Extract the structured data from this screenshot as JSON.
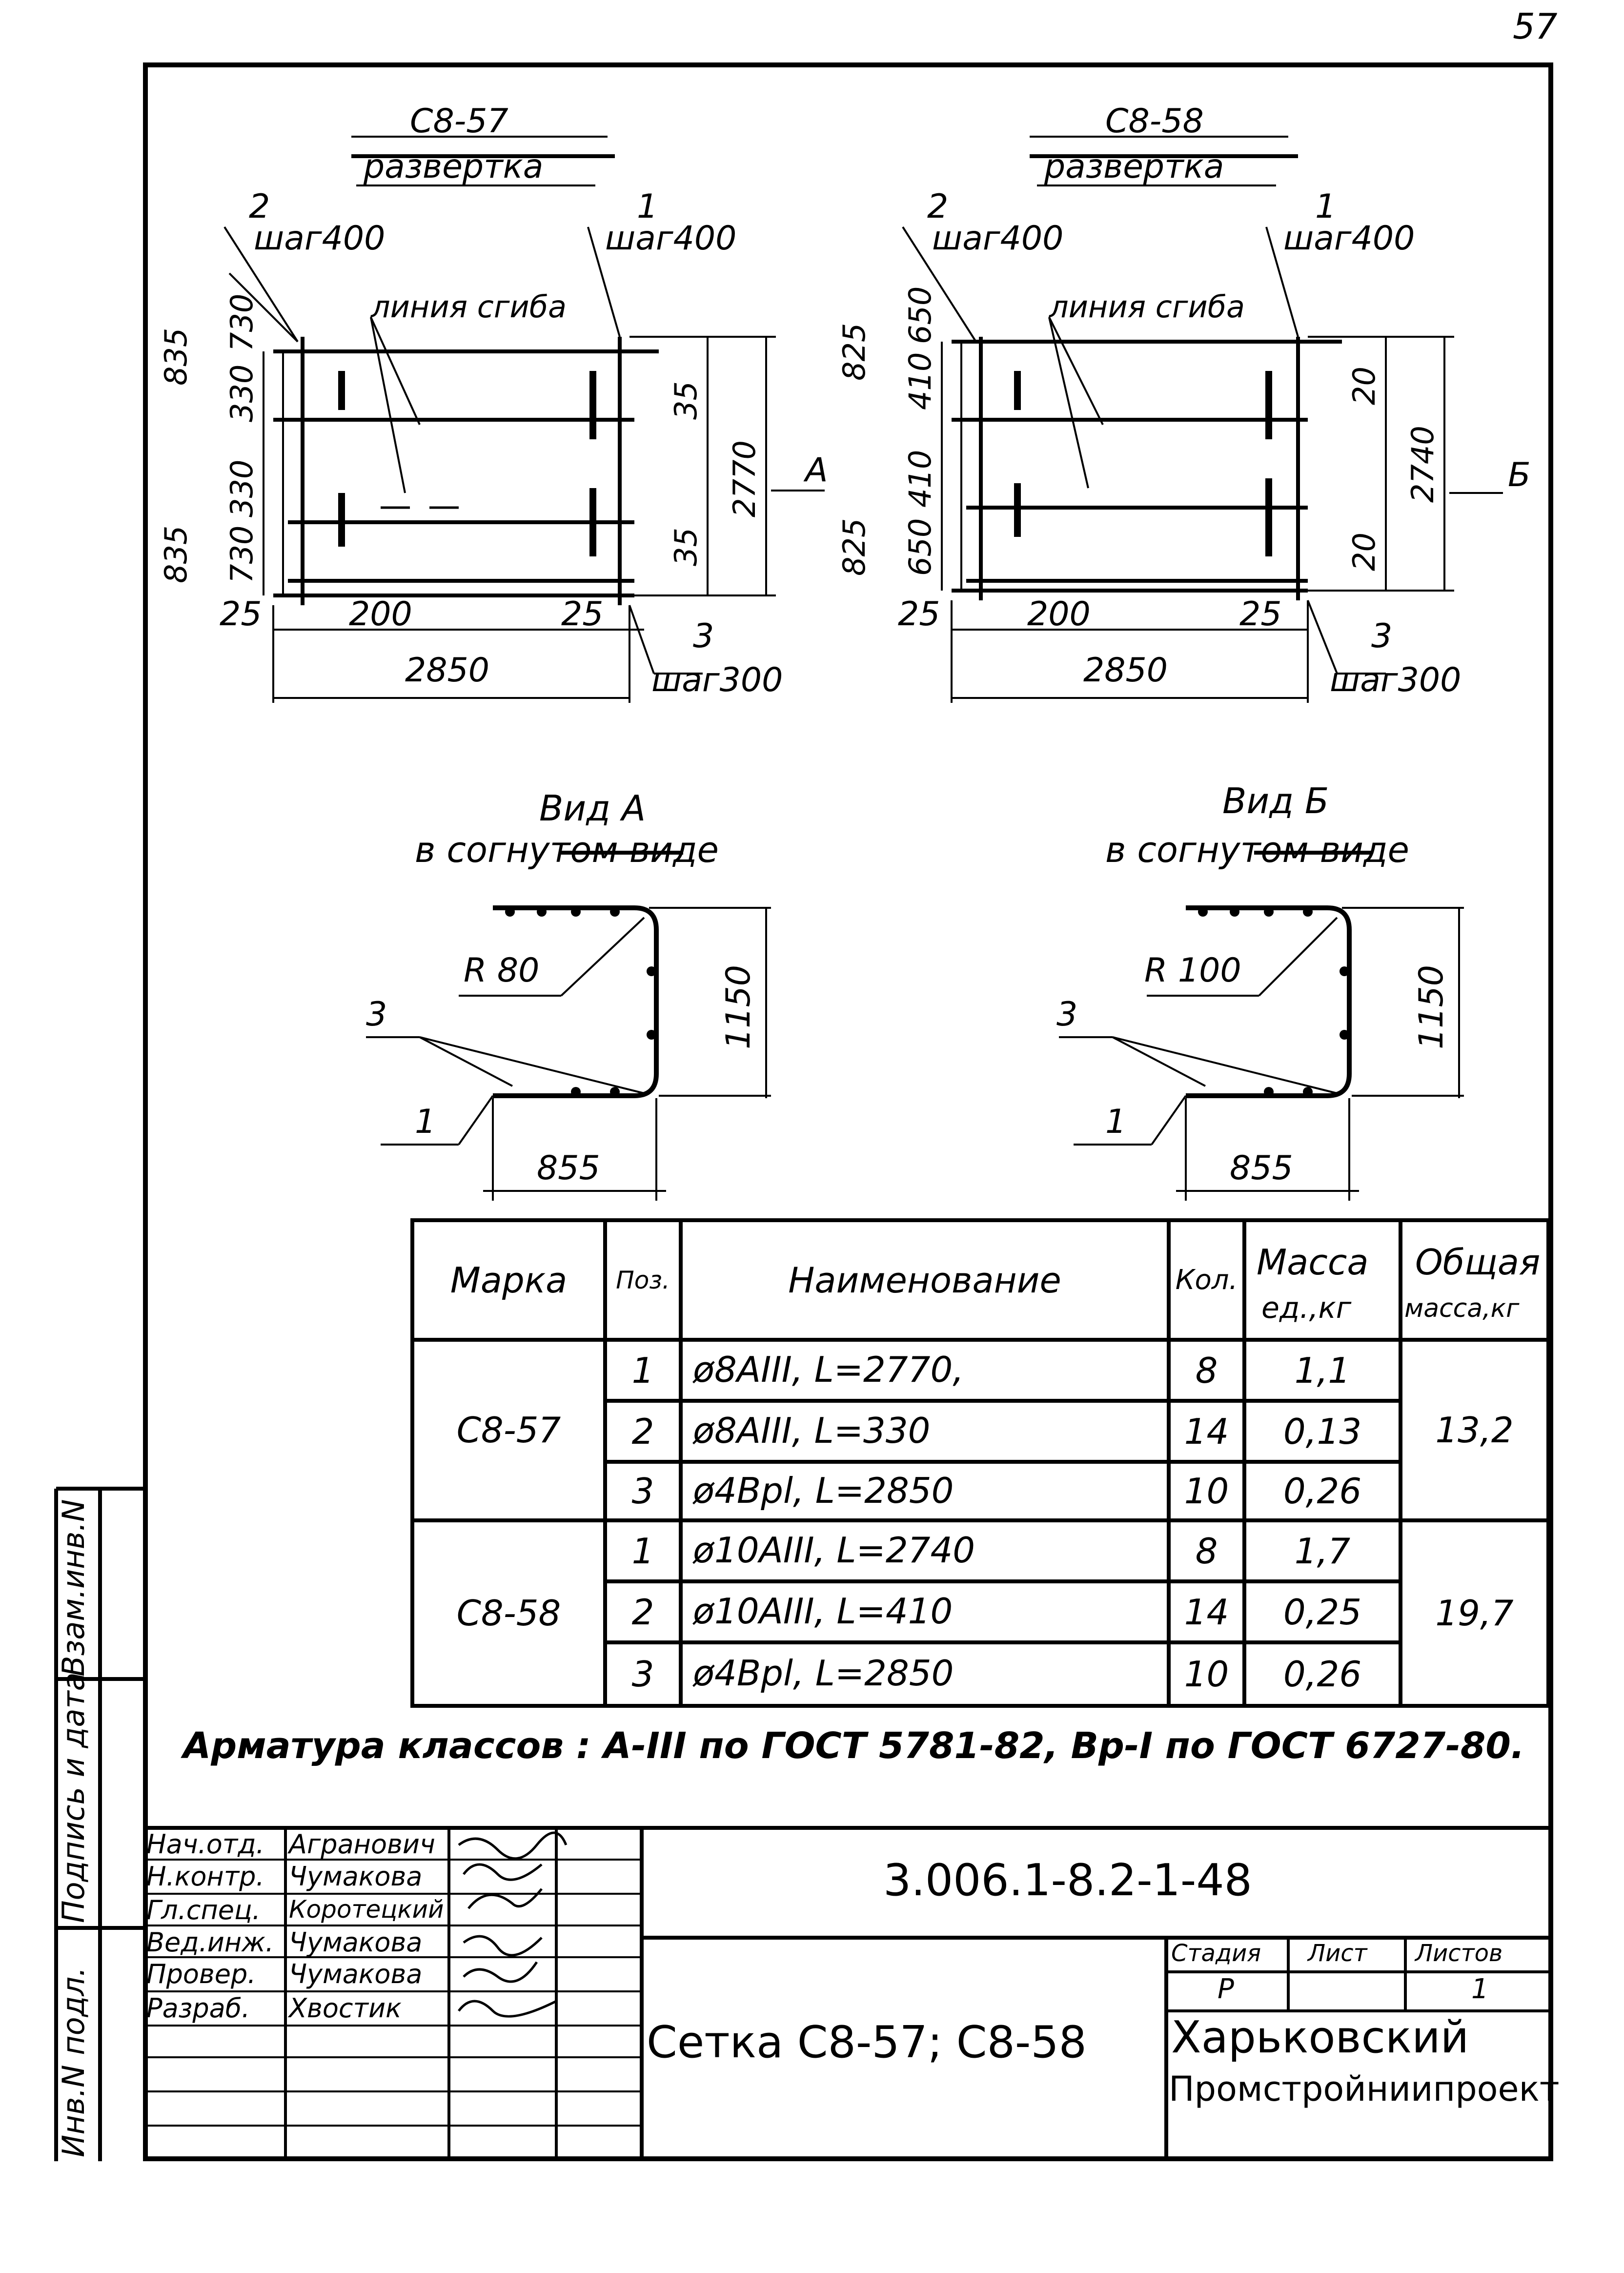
{
  "page_number": "57",
  "drawings": {
    "c857": {
      "mark": "С8-57",
      "sub": "развертка",
      "leader2": "2",
      "step400_left": "шаг400",
      "leader1": "1",
      "step400_right": "шаг400",
      "bend_line": "линия сгиба",
      "dim_left_top_total": "835",
      "dim_left_top_a": "730",
      "dim_left_top_b": "330",
      "dim_left_bot_a": "330",
      "dim_left_bot_b": "730",
      "dim_left_bot_total": "835",
      "dim_right_top": "35",
      "dim_right_bot": "35",
      "dim_total_h": "2770",
      "view_arrow": "А",
      "dim_25_left": "25",
      "dim_200": "200",
      "dim_25_right": "25",
      "leader3": "3",
      "step300": "шаг300",
      "dim_width": "2850"
    },
    "c858": {
      "mark": "С8-58",
      "sub": "развертка",
      "leader2": "2",
      "step400_left": "шаг400",
      "leader1": "1",
      "step400_right": "шаг400",
      "bend_line": "линия сгиба",
      "dim_left_top_total": "825",
      "dim_left_top_a": "650",
      "dim_left_top_b": "410",
      "dim_left_bot_a": "410",
      "dim_left_bot_b": "650",
      "dim_left_bot_total": "825",
      "dim_right_top": "20",
      "dim_right_bot": "20",
      "dim_total_h": "2740",
      "view_arrow": "Б",
      "dim_25_left": "25",
      "dim_200": "200",
      "dim_25_right": "25",
      "leader3": "3",
      "step300": "шаг300",
      "dim_width": "2850"
    },
    "viewA": {
      "title": "Вид А",
      "sub": "в согнутом виде",
      "radius": "R 80",
      "leader3": "3",
      "leader1": "1",
      "height": "1150",
      "width": "855"
    },
    "viewB": {
      "title": "Вид Б",
      "sub": "в согнутом виде",
      "radius": "R 100",
      "leader3": "3",
      "leader1": "1",
      "height": "1150",
      "width": "855"
    }
  },
  "spec_table": {
    "headers": {
      "mark": "Марка",
      "pos": "Поз.",
      "name": "Наименование",
      "qty": "Кол.",
      "mass_unit_1": "Масса",
      "mass_unit_2": "ед.,кг",
      "mass_total_1": "Общая",
      "mass_total_2": "масса,кг"
    },
    "groups": [
      {
        "mark": "С8-57",
        "total": "13,2",
        "rows": [
          {
            "pos": "1",
            "name": "ø8АIII, L=2770,",
            "qty": "8",
            "mass": "1,1"
          },
          {
            "pos": "2",
            "name": "ø8АIII, L=330",
            "qty": "14",
            "mass": "0,13"
          },
          {
            "pos": "3",
            "name": "ø4Bpl, L=2850",
            "qty": "10",
            "mass": "0,26"
          }
        ]
      },
      {
        "mark": "С8-58",
        "total": "19,7",
        "rows": [
          {
            "pos": "1",
            "name": "ø10АIII, L=2740",
            "qty": "8",
            "mass": "1,7"
          },
          {
            "pos": "2",
            "name": "ø10АIII, L=410",
            "qty": "14",
            "mass": "0,25"
          },
          {
            "pos": "3",
            "name": "ø4Bpl, L=2850",
            "qty": "10",
            "mass": "0,26"
          }
        ]
      }
    ]
  },
  "note": "Арматура классов : А-III по ГОСТ 5781-82, Вр-I по ГОСТ 6727-80.",
  "side_stamp": {
    "a": "Взам.инв.N",
    "b": "Подпись и дата",
    "c": "Инв.N подл."
  },
  "title_block": {
    "people": [
      {
        "role": "Нач.отд.",
        "name": "Агранович"
      },
      {
        "role": "Н.контр.",
        "name": "Чумакова"
      },
      {
        "role": "Гл.спец.",
        "name": "Коротецкий"
      },
      {
        "role": "Вед.инж.",
        "name": "Чумакова"
      },
      {
        "role": "Провер.",
        "name": "Чумакова"
      },
      {
        "role": "Разраб.",
        "name": "Хвостик"
      }
    ],
    "doc_code": "3.006.1-8.2-1-48",
    "doc_title": "Сетка С8-57; С8-58",
    "stage_label": "Стадия",
    "sheet_label": "Лист",
    "sheets_label": "Листов",
    "stage_value": "Р",
    "sheet_value": "",
    "sheets_value": "1",
    "org_1": "Харьковский",
    "org_2": "Промстройниипроект"
  }
}
